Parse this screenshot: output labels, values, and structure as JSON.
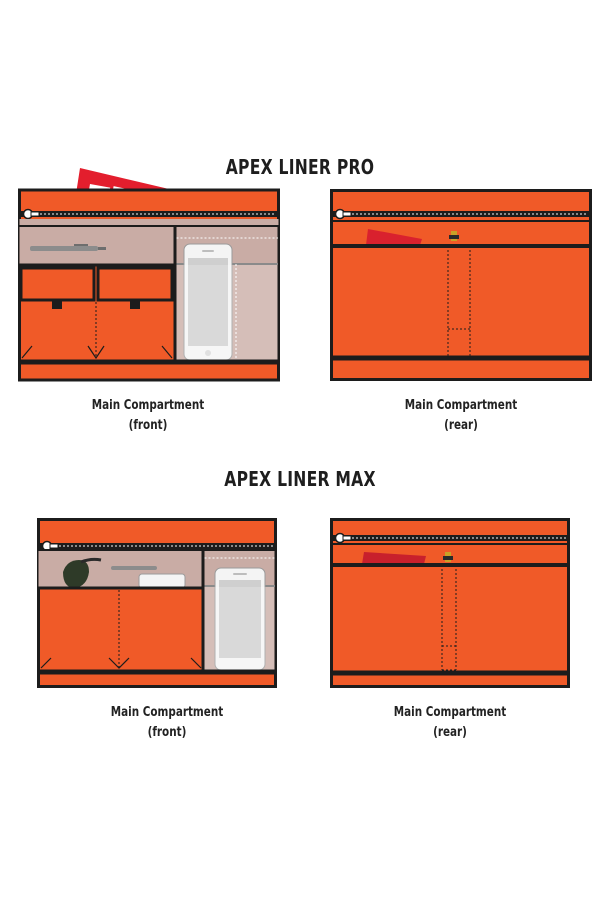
{
  "colors": {
    "orange": "#f05a28",
    "dark": "#1c1c1c",
    "mesh": "#c9aca5",
    "paper_red": "#e31e2d",
    "pen_grey": "#8c8c8c",
    "phone_white": "#f4f4f4",
    "screen_grey": "#cfcfcf"
  },
  "icons": [
    "zipper-pull-icon",
    "pen-icon",
    "phone-icon",
    "magazine-icon",
    "sunglasses-icon",
    "key-icon",
    "card-icon"
  ],
  "sections": [
    {
      "title": "APEX LINER PRO",
      "panels": [
        {
          "line1": "Main Compartment",
          "line2": "(front)"
        },
        {
          "line1": "Main Compartment",
          "line2": "(rear)"
        }
      ]
    },
    {
      "title": "APEX LINER MAX",
      "panels": [
        {
          "line1": "Main Compartment",
          "line2": "(front)"
        },
        {
          "line1": "Main Compartment",
          "line2": "(rear)"
        }
      ]
    }
  ]
}
